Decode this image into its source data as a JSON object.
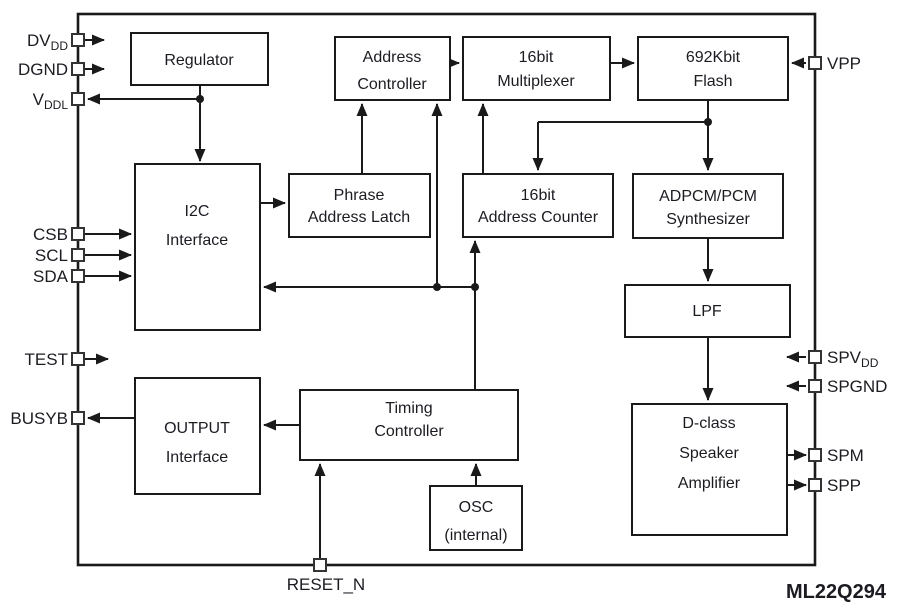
{
  "diagram": {
    "chip_name": "ML22Q294",
    "colors": {
      "background": "#ffffff",
      "line": "#1a1a1a",
      "text": "#1b1b22"
    },
    "blocks": {
      "regulator": {
        "lines": [
          "Regulator"
        ]
      },
      "address_controller": {
        "lines": [
          "Address",
          "Controller"
        ]
      },
      "multiplexer_16bit": {
        "lines": [
          "16bit",
          "Multiplexer"
        ]
      },
      "flash_692kbit": {
        "lines": [
          "692Kbit",
          "Flash"
        ]
      },
      "i2c_interface": {
        "lines": [
          "I2C",
          "Interface"
        ]
      },
      "phrase_address_latch": {
        "lines": [
          "Phrase",
          "Address Latch"
        ]
      },
      "address_counter_16bit": {
        "lines": [
          "16bit",
          "Address Counter"
        ]
      },
      "adpcm_pcm_synthesizer": {
        "lines": [
          "ADPCM/PCM",
          "Synthesizer"
        ]
      },
      "lpf": {
        "lines": [
          "LPF"
        ]
      },
      "output_interface": {
        "lines": [
          "OUTPUT",
          "Interface"
        ]
      },
      "timing_controller": {
        "lines": [
          "Timing",
          "Controller"
        ]
      },
      "osc_internal": {
        "lines": [
          "OSC",
          "(internal)"
        ]
      },
      "d_class_speaker_amplifier": {
        "lines": [
          "D-class",
          "Speaker",
          "Amplifier"
        ]
      }
    },
    "pins": {
      "dvdd": {
        "label": "DV",
        "sub": "DD"
      },
      "dgnd": {
        "label": "DGND",
        "sub": ""
      },
      "vddl": {
        "label": "V",
        "sub": "DDL"
      },
      "csb": {
        "label": "CSB",
        "sub": ""
      },
      "scl": {
        "label": "SCL",
        "sub": ""
      },
      "sda": {
        "label": "SDA",
        "sub": ""
      },
      "test": {
        "label": "TEST",
        "sub": ""
      },
      "busyb": {
        "label": "BUSYB",
        "sub": ""
      },
      "reset_n": {
        "label": "RESET_N",
        "sub": ""
      },
      "vpp": {
        "label": "VPP",
        "sub": ""
      },
      "spvdd": {
        "label": "SPV",
        "sub": "DD"
      },
      "spgnd": {
        "label": "SPGND",
        "sub": ""
      },
      "spm": {
        "label": "SPM",
        "sub": ""
      },
      "spp": {
        "label": "SPP",
        "sub": ""
      }
    }
  }
}
